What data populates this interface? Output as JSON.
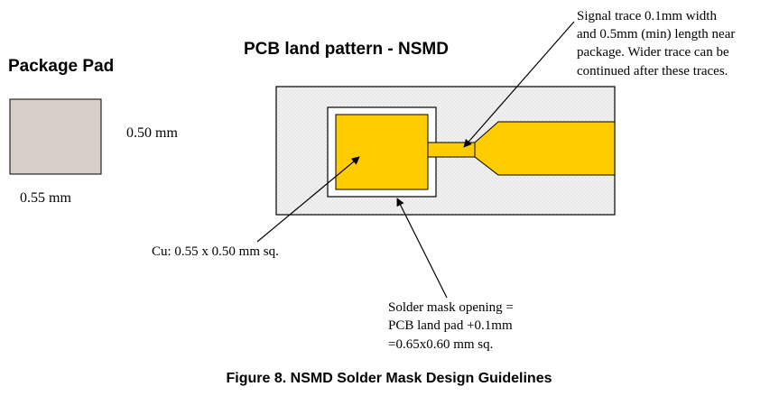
{
  "package_pad": {
    "title": "Package Pad",
    "height_label": "0.50 mm",
    "width_label": "0.55 mm"
  },
  "land_pattern": {
    "title": "PCB land pattern - NSMD"
  },
  "callouts": {
    "signal_trace": [
      "Signal trace 0.1mm width",
      "and 0.5mm (min) length near",
      "package. Wider trace can be",
      "continued after these traces."
    ],
    "copper": "Cu: 0.55 x 0.50 mm sq.",
    "solder_mask": [
      "Solder mask opening =",
      "PCB land pad +0.1mm",
      "=0.65x0.60 mm sq."
    ]
  },
  "caption": "Figure 8. NSMD Solder Mask Design Guidelines",
  "colors": {
    "package_fill": "#d6d0c8",
    "copper": "#ffcc00",
    "board_fill": "#eeeeee",
    "outline": "#000000"
  },
  "icons": [
    "arrow-head"
  ]
}
